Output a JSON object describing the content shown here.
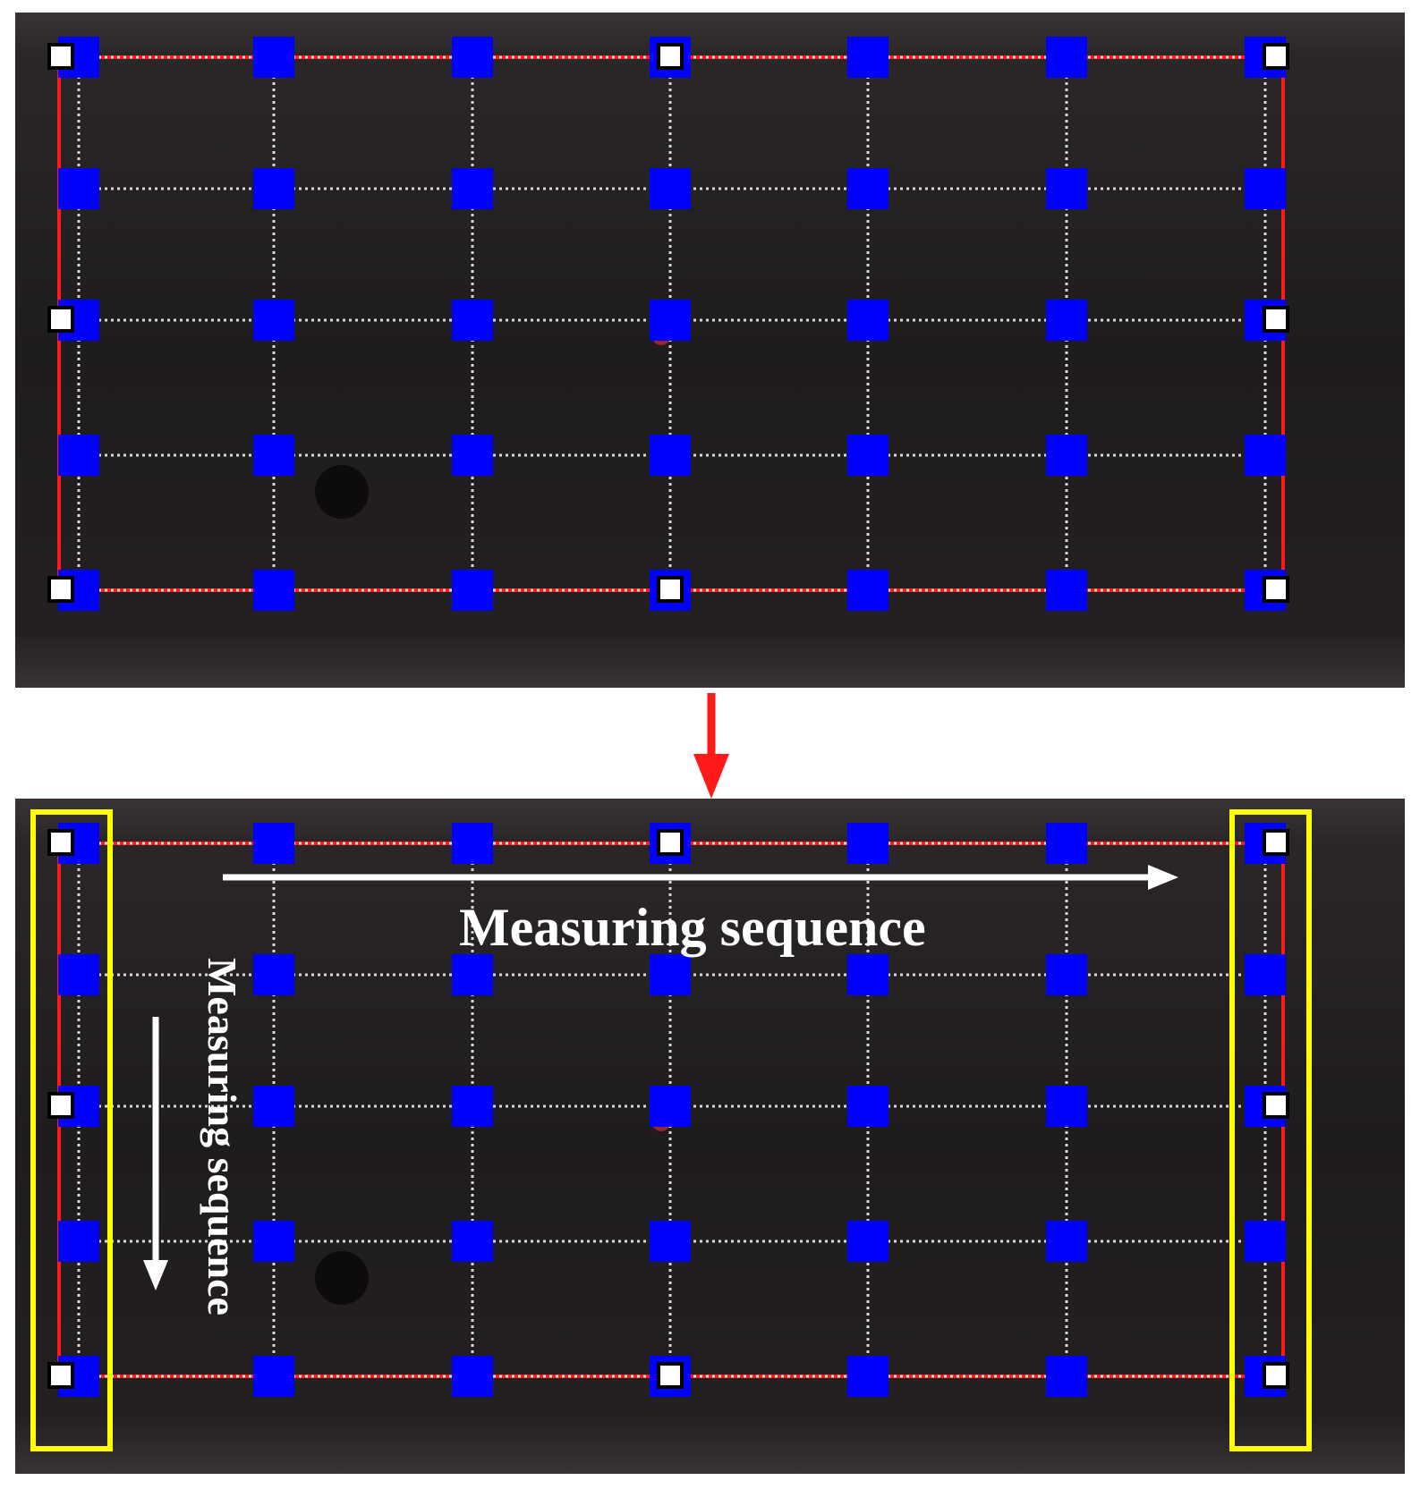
{
  "colors": {
    "background": "#ffffff",
    "panel": "#221e1f",
    "marker_blue": "#0000ff",
    "gridline": "#d8d8d8",
    "border_line": "#ff1a1a",
    "corner_marker": "#ffffff",
    "highlight_box": "#ffff00",
    "arrow_between": "#ff1a1a",
    "sequence_arrow": "#ffffff"
  },
  "grid": {
    "columns": 7,
    "rows": 5,
    "white_markers": [
      [
        0,
        0
      ],
      [
        3,
        0
      ],
      [
        6,
        0
      ],
      [
        0,
        2
      ],
      [
        6,
        2
      ],
      [
        0,
        4
      ],
      [
        3,
        4
      ],
      [
        6,
        4
      ]
    ]
  },
  "top_panel": {},
  "bottom_panel": {
    "highlighted_columns": [
      0,
      6
    ],
    "horizontal_label": "Measuring sequence",
    "vertical_label": "Measuring sequence"
  },
  "icons": {
    "transition_arrow": "down-arrow-icon",
    "horizontal_arrow": "right-arrow-icon",
    "vertical_arrow": "down-arrow-icon"
  }
}
